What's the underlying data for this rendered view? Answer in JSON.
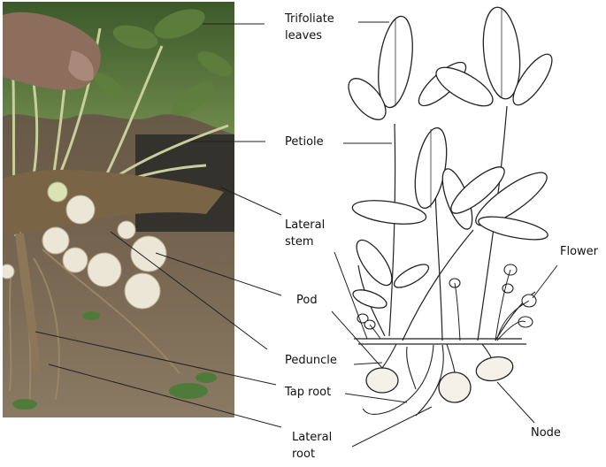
{
  "labels": {
    "trifoliate": [
      "Trifoliate",
      "leaves"
    ],
    "petiole": "Petiole",
    "lateral_stem": [
      "Lateral",
      "stem"
    ],
    "pod": "Pod",
    "peduncle": "Peduncle",
    "tap_root": "Tap root",
    "lateral_root": [
      "Lateral",
      "root"
    ],
    "flower": "Flower",
    "node": "Node"
  },
  "colors": {
    "soil": "#6e5e4a",
    "foliage": "#4f6a35",
    "stem": "#c8cf9a",
    "pod": "#ece6d6",
    "line": "#222222"
  }
}
